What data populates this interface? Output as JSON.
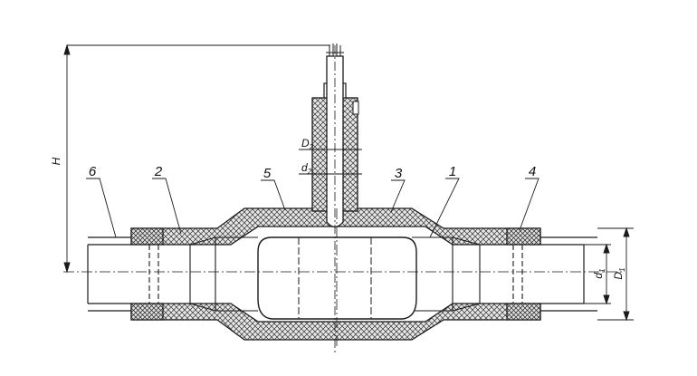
{
  "callouts": [
    "6",
    "2",
    "5",
    "3",
    "1",
    "4"
  ],
  "dimensions": {
    "H": "H",
    "D2": {
      "base": "D",
      "sub": "2"
    },
    "d2": {
      "base": "d",
      "sub": "2"
    },
    "d1": {
      "base": "d",
      "sub": "1"
    },
    "D1": {
      "base": "D",
      "sub": "1"
    }
  },
  "colors": {
    "line": "#1a1a1a",
    "hatch_fill": "#d9d9d9"
  }
}
